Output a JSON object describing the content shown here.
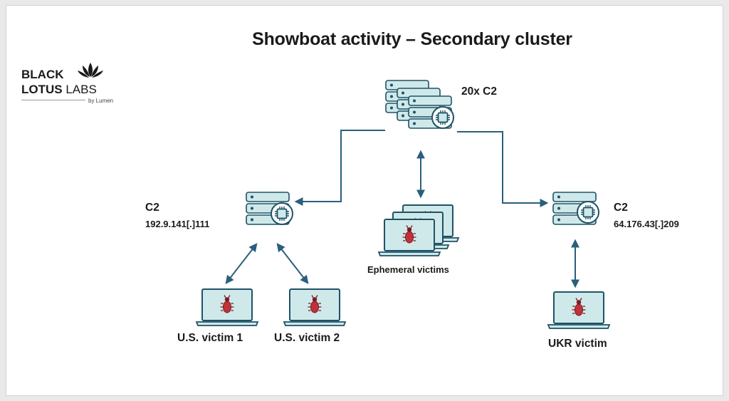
{
  "title": "Showboat activity – Secondary cluster",
  "logo": {
    "line1": "BLACK",
    "line2_bold": "LOTUS",
    "line2_light": "LABS",
    "byline": "by Lumen"
  },
  "nodes": {
    "central_c2": {
      "label": "20x C2"
    },
    "left_c2": {
      "label": "C2",
      "address": "192.9.141[.]111"
    },
    "right_c2": {
      "label": "C2",
      "address": "64.176.43[.]209"
    },
    "ephemeral": {
      "label": "Ephemeral victims"
    },
    "us_victim_1": {
      "label": "U.S. victim 1"
    },
    "us_victim_2": {
      "label": "U.S. victim 2"
    },
    "ukr_victim": {
      "label": "UKR victim"
    }
  },
  "colors": {
    "teal_fill": "#cfe9ea",
    "teal_stroke": "#1f5266",
    "arrow": "#2a5f7d",
    "bug_red": "#c0323a"
  }
}
